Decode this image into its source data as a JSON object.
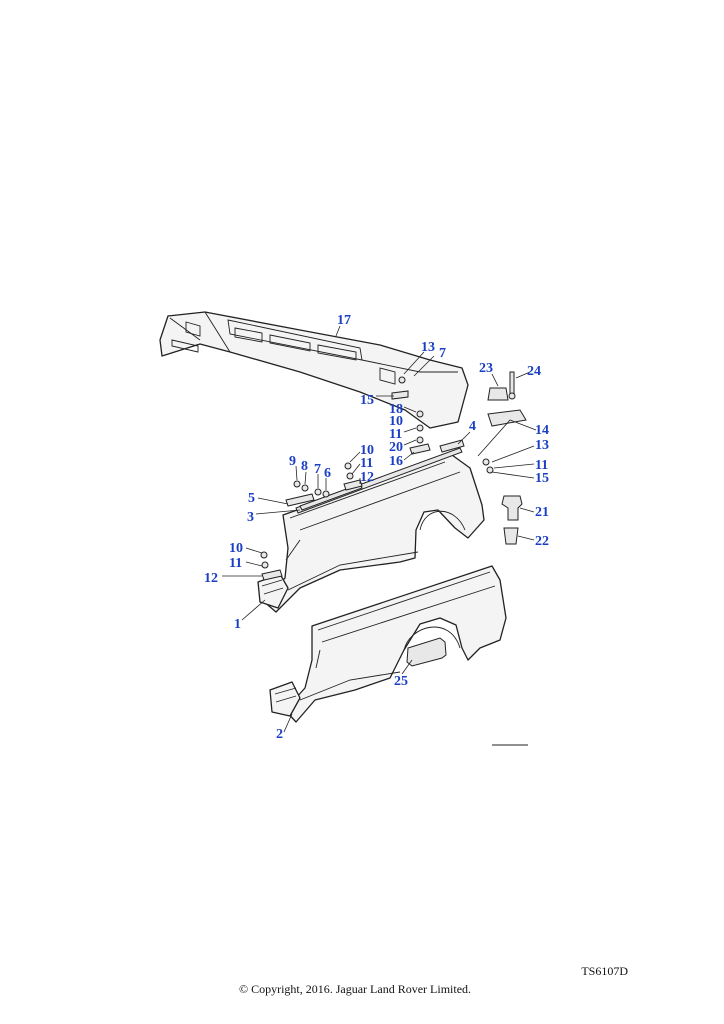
{
  "diagram": {
    "reference_code": "TS6107D",
    "copyright": "© Copyright, 2016. Jaguar Land Rover Limited.",
    "callouts": [
      {
        "id": "c17",
        "text": "17"
      },
      {
        "id": "c13a",
        "text": "13"
      },
      {
        "id": "c7a",
        "text": "7"
      },
      {
        "id": "c23",
        "text": "23"
      },
      {
        "id": "c24",
        "text": "24"
      },
      {
        "id": "c15a",
        "text": "15"
      },
      {
        "id": "c18",
        "text": "18"
      },
      {
        "id": "c10a",
        "text": "10"
      },
      {
        "id": "c11a",
        "text": "11"
      },
      {
        "id": "c20",
        "text": "20"
      },
      {
        "id": "c16",
        "text": "16"
      },
      {
        "id": "c4",
        "text": "4"
      },
      {
        "id": "c14",
        "text": "14"
      },
      {
        "id": "c13b",
        "text": "13"
      },
      {
        "id": "c11b",
        "text": "11"
      },
      {
        "id": "c15b",
        "text": "15"
      },
      {
        "id": "c9",
        "text": "9"
      },
      {
        "id": "c8",
        "text": "8"
      },
      {
        "id": "c7b",
        "text": "7"
      },
      {
        "id": "c6",
        "text": "6"
      },
      {
        "id": "c10b",
        "text": "10"
      },
      {
        "id": "c11c",
        "text": "11"
      },
      {
        "id": "c12a",
        "text": "12"
      },
      {
        "id": "c5",
        "text": "5"
      },
      {
        "id": "c3",
        "text": "3"
      },
      {
        "id": "c21",
        "text": "21"
      },
      {
        "id": "c22",
        "text": "22"
      },
      {
        "id": "c10c",
        "text": "10"
      },
      {
        "id": "c11d",
        "text": "11"
      },
      {
        "id": "c12b",
        "text": "12"
      },
      {
        "id": "c1",
        "text": "1"
      },
      {
        "id": "c25",
        "text": "25"
      },
      {
        "id": "c2",
        "text": "2"
      }
    ]
  }
}
